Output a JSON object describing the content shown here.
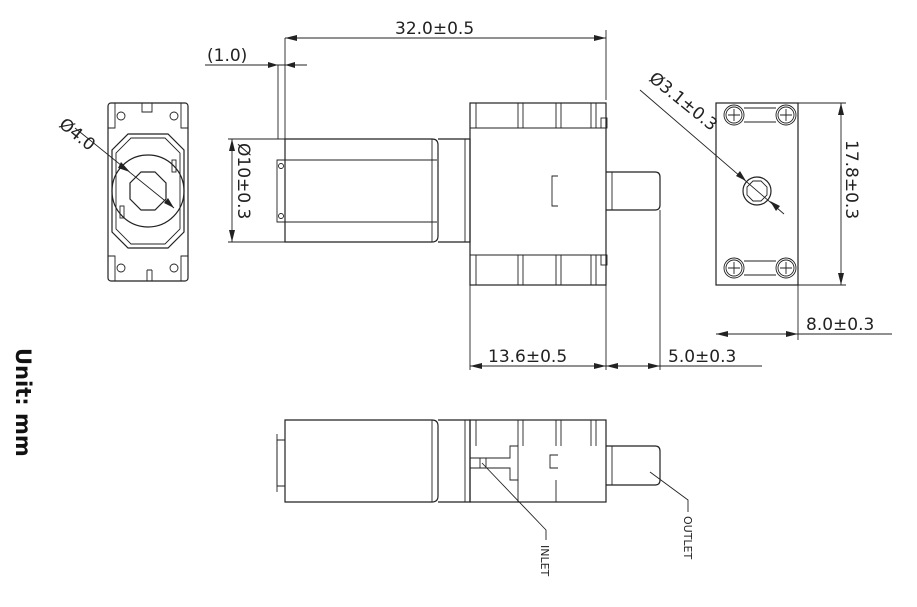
{
  "dimensions": {
    "length_total": "32.0±0.5",
    "offset": "(1.0)",
    "inner_diameter": "Ø4.0",
    "body_diameter": "Ø10±0.3",
    "hole_diameter": "Ø3.1±0.3",
    "height": "17.8±0.3",
    "mount_offset": "8.0±0.3",
    "length_a": "13.6±0.5",
    "length_b": "5.0±0.3"
  },
  "labels": {
    "inlet": "INLET",
    "outlet": "OUTLET",
    "unit": "Unit: mm"
  }
}
